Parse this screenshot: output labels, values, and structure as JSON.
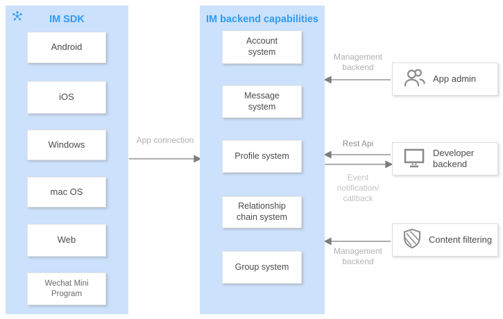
{
  "diagram": {
    "sdk_panel": {
      "title": "IM SDK",
      "items": [
        "Android",
        "iOS",
        "Windows",
        "mac OS",
        "Web",
        "Wechat Mini Program"
      ]
    },
    "backend_panel": {
      "title": "IM backend capabilities",
      "items": [
        "Account system",
        "Message system",
        "Profile system",
        "Relationship chain system",
        "Group system"
      ]
    },
    "external_nodes": [
      {
        "label": "App admin",
        "icon": "people-icon"
      },
      {
        "label": "Developer backend",
        "icon": "monitor-icon"
      },
      {
        "label": "Content filtering",
        "icon": "shield-icon"
      }
    ],
    "connection_labels": {
      "app_connection": "App connection",
      "management_backend_top": "Management backend",
      "rest_api": "Rest Api",
      "event_notification": "Event notification/ callback",
      "management_backend_bottom": "Management backend"
    },
    "colors": {
      "panel_background": "#cce1fb",
      "title_blue": "#2f9bf4",
      "arrow_gray": "#7d7d7d",
      "label_gray": "#b0b0b0",
      "node_text": "#4a4a4a",
      "icon_gray": "#8a8a8a"
    }
  }
}
